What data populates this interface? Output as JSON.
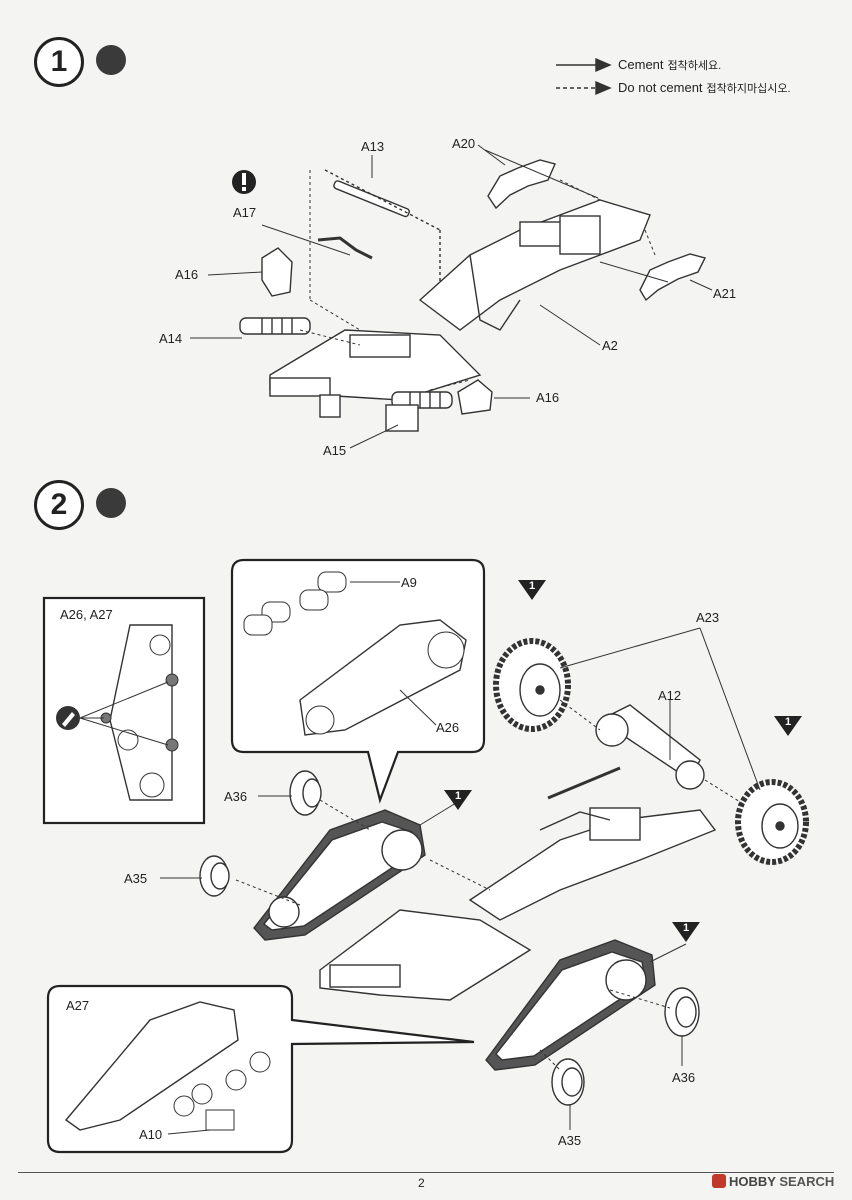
{
  "steps": [
    {
      "number": "1"
    },
    {
      "number": "2"
    }
  ],
  "legend": {
    "cement": "Cement",
    "cement_ko": "접착하세요.",
    "no_cement": "Do not cement",
    "no_cement_ko": "접착하지마십시오."
  },
  "step1_parts": {
    "a13": "A13",
    "a20": "A20",
    "a17": "A17",
    "a16_left": "A16",
    "a21": "A21",
    "a14": "A14",
    "a2": "A2",
    "a16_right": "A16",
    "a15": "A15"
  },
  "step2_parts": {
    "a26_a27": "A26, A27",
    "a9": "A9",
    "a26": "A26",
    "a23": "A23",
    "a12": "A12",
    "a36_left": "A36",
    "a35_left": "A35",
    "a27": "A27",
    "a10": "A10",
    "a36_right": "A36",
    "a35_bottom": "A35"
  },
  "markers": {
    "marker_1": "1"
  },
  "footer": {
    "page_number": "2",
    "watermark_a": "HOBBY",
    "watermark_b": "SEARCH"
  }
}
